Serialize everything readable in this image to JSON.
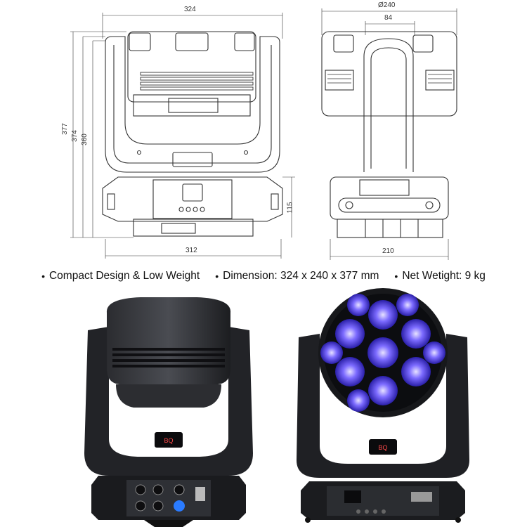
{
  "dimensions": {
    "front_view": {
      "top_width": "324",
      "base_width": "312",
      "height_overall": "377",
      "height_mid": "374",
      "height_body": "360"
    },
    "side_view": {
      "top_diameter": "Ø240",
      "arm_width": "84",
      "base_width": "210",
      "base_height": "115"
    }
  },
  "features": [
    {
      "label": "Compact Design & Low Weight"
    },
    {
      "label": "Dimension: 324 x 240 x 377 mm"
    },
    {
      "label": "Net Wetight: 9 kg"
    }
  ],
  "colors": {
    "line": "#333333",
    "body": "#1e1f22",
    "body_light": "#3a3c40",
    "led": "#5a4bff",
    "led_glow": "#b9b0ff"
  },
  "icons": [
    "bullet-icon"
  ]
}
